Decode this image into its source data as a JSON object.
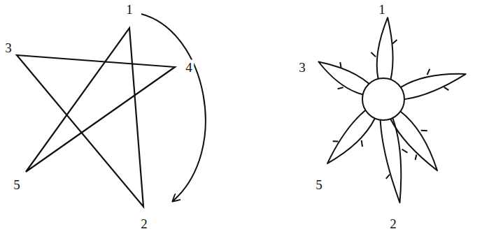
{
  "diagram": {
    "labels": [
      "1",
      "3",
      "4",
      "5",
      "2",
      "1",
      "3",
      "5",
      "2"
    ]
  }
}
